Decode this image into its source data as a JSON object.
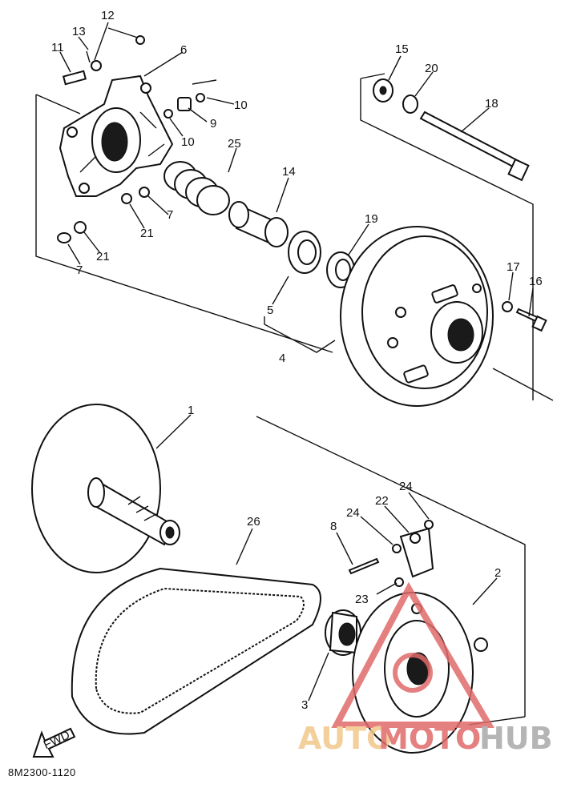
{
  "callouts": [
    {
      "id": "c12",
      "text": "12"
    },
    {
      "id": "c13",
      "text": "13"
    },
    {
      "id": "c11",
      "text": "11"
    },
    {
      "id": "c6",
      "text": "6"
    },
    {
      "id": "c10a",
      "text": "10"
    },
    {
      "id": "c9",
      "text": "9"
    },
    {
      "id": "c10b",
      "text": "10"
    },
    {
      "id": "c25",
      "text": "25"
    },
    {
      "id": "c14",
      "text": "14"
    },
    {
      "id": "c7a",
      "text": "7"
    },
    {
      "id": "c21a",
      "text": "21"
    },
    {
      "id": "c21b",
      "text": "21"
    },
    {
      "id": "c7b",
      "text": "7"
    },
    {
      "id": "c15",
      "text": "15"
    },
    {
      "id": "c20",
      "text": "20"
    },
    {
      "id": "c18",
      "text": "18"
    },
    {
      "id": "c19",
      "text": "19"
    },
    {
      "id": "c17",
      "text": "17"
    },
    {
      "id": "c16",
      "text": "16"
    },
    {
      "id": "c5",
      "text": "5"
    },
    {
      "id": "c4",
      "text": "4"
    },
    {
      "id": "c1",
      "text": "1"
    },
    {
      "id": "c26",
      "text": "26"
    },
    {
      "id": "c24a",
      "text": "24"
    },
    {
      "id": "c24b",
      "text": "24"
    },
    {
      "id": "c22",
      "text": "22"
    },
    {
      "id": "c8",
      "text": "8"
    },
    {
      "id": "c2",
      "text": "2"
    },
    {
      "id": "c23",
      "text": "23"
    },
    {
      "id": "c3",
      "text": "3"
    }
  ],
  "fwd_label": "FWD",
  "drawing_code": "8M2300-1120",
  "watermark": {
    "part1": "AUTO",
    "part2": "MOTO",
    "part3": "HUB",
    "color1": "#f2c78a",
    "color2": "#e06b6b",
    "color3": "#a9a9a9"
  }
}
